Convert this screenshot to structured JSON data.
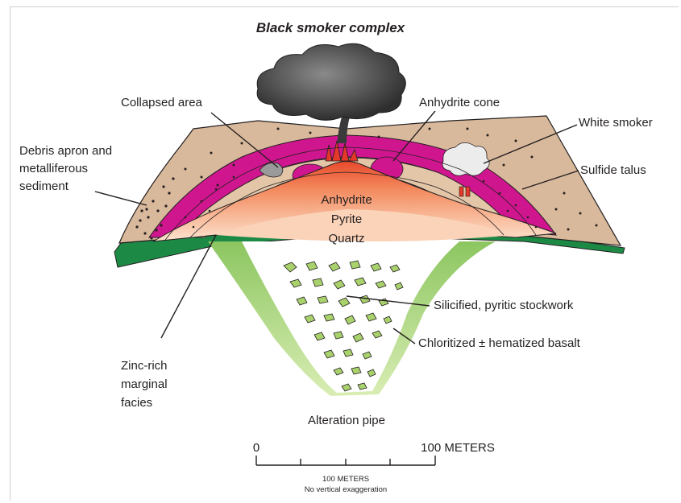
{
  "title": "Black smoker complex",
  "labels": {
    "collapsed_area": "Collapsed area",
    "anhydrite_cone": "Anhydrite cone",
    "white_smoker": "White smoker",
    "debris_line1": "Debris apron and",
    "debris_line2": "metalliferous",
    "debris_line3": "sediment",
    "sulfide_talus": "Sulfide talus",
    "anhydrite": "Anhydrite",
    "pyrite": "Pyrite",
    "quartz": "Quartz",
    "stockwork": "Silicified, pyritic stockwork",
    "chloritized": "Chloritized ± hematized basalt",
    "zinc_line1": "Zinc-rich",
    "zinc_line2": "marginal",
    "zinc_line3": "facies",
    "alteration_pipe": "Alteration pipe"
  },
  "scale_bar": {
    "start_label": "0",
    "end_label": "100 METERS",
    "caption_line1": "100 METERS",
    "caption_line2": "No vertical exaggeration"
  },
  "colors": {
    "mound_tan": "#d9b99b",
    "magenta_sulfide": "#d0168f",
    "red_core": "#e4382a",
    "orange_gradient": "#f7a47c",
    "green_base": "#1c8a45",
    "light_green_pipe": "#a9d26d",
    "smoke": "#4a4a4a"
  }
}
